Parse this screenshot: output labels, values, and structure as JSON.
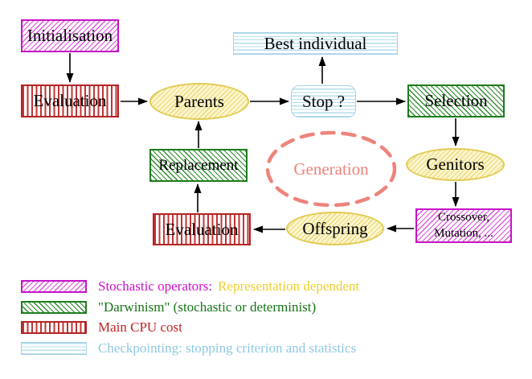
{
  "nodes": {
    "initialisation": "Initialisation",
    "evaluation_top": "Evaluation",
    "parents": "Parents",
    "best_individual": "Best individual",
    "stop": "Stop ?",
    "selection": "Selection",
    "genitors": "Genitors",
    "crossover_line1": "Crossover,",
    "crossover_line2": "Mutation, ...",
    "offspring": "Offspring",
    "evaluation_bottom": "Evaluation",
    "replacement": "Replacement",
    "generation": "Generation"
  },
  "legend": {
    "rows": [
      {
        "swatch": "magenta-diagonal-hatch",
        "primary": "Stochastic operators:",
        "secondary": "Representation dependent"
      },
      {
        "swatch": "green-diagonal-hatch",
        "primary": "\"Darwinism\" (stochastic or determinist)",
        "secondary": ""
      },
      {
        "swatch": "red-vertical-stripes",
        "primary": "Main CPU cost",
        "secondary": ""
      },
      {
        "swatch": "cyan-horizontal-stripes",
        "primary": "Checkpointing: stopping criterion and statistics",
        "secondary": ""
      }
    ]
  },
  "colors": {
    "magenta": "#c713c7",
    "green": "#1d7d1d",
    "red": "#b42424",
    "cyan": "#a5d3e5",
    "yellow": "#e2cb52",
    "salmon": "#ee837b",
    "gold_text": "#ecce2c",
    "arrow": "#000000"
  }
}
